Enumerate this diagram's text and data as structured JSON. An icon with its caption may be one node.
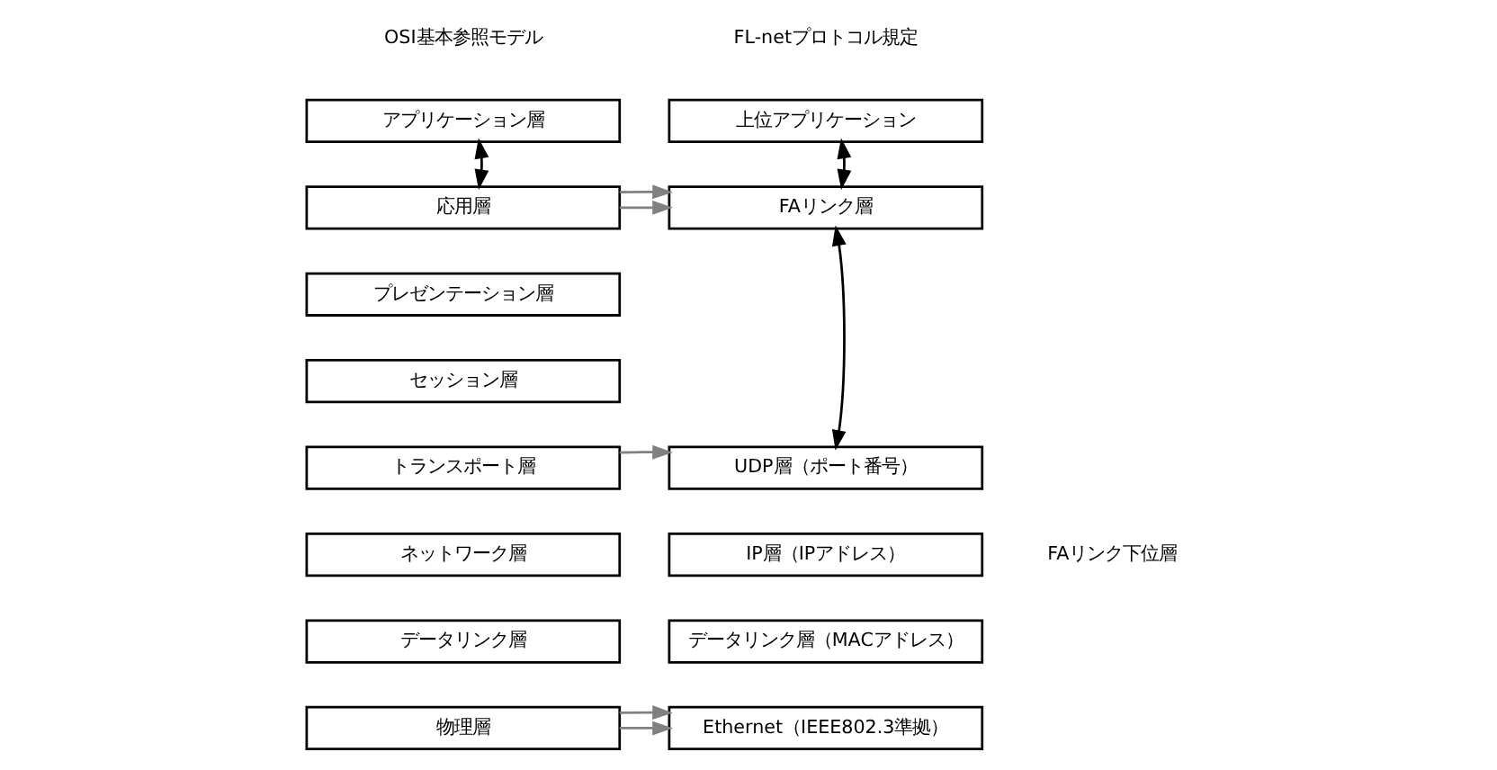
{
  "diagram": {
    "nodes": [
      {
        "text": [
          "アプリケーション層"
        ]
      },
      {
        "text": [
          "応用層"
        ]
      },
      {
        "text": [
          "プレゼンテーション層"
        ]
      },
      {
        "text": [
          "セッション層"
        ]
      },
      {
        "text": [
          "トランスポート層"
        ]
      },
      {
        "text": [
          "ネットワーク層"
        ]
      },
      {
        "text": [
          "データリンク層"
        ]
      },
      {
        "text": [
          "物理層"
        ]
      },
      {
        "text": [
          "上位アプリケーション"
        ]
      },
      {
        "text": [
          "FAリンク層"
        ]
      },
      {
        "text": [
          "UDP層（ポート番号）"
        ]
      },
      {
        "text": [
          "IP層（IPアドレス）"
        ]
      },
      {
        "text": [
          "データリンク層（MACアドレス）"
        ]
      },
      {
        "text": [
          "Ethernet（IEEE802.3準拠）"
        ]
      }
    ],
    "edges": [
      {
        "from": 0,
        "to": 1,
        "arrow": "both",
        "color": "#000000"
      },
      {
        "from": 8,
        "to": 9,
        "arrow": "both",
        "color": "#000000"
      },
      {
        "from": 9,
        "to": 10,
        "arrow": "both",
        "color": "#000000"
      },
      {
        "from": 1,
        "to": 9,
        "arrow": "to"
      },
      {
        "from": 1,
        "to": 9,
        "arrow": "to"
      },
      {
        "from": 4,
        "to": 10,
        "arrow": "to"
      },
      {
        "from": 7,
        "to": 13,
        "arrow": "to"
      },
      {
        "from": 7,
        "to": 13,
        "arrow": "to"
      }
    ],
    "labels": [
      "OSI基本参照モデル",
      "FL-netプロトコル規定",
      "FAリンク下位層"
    ]
  }
}
